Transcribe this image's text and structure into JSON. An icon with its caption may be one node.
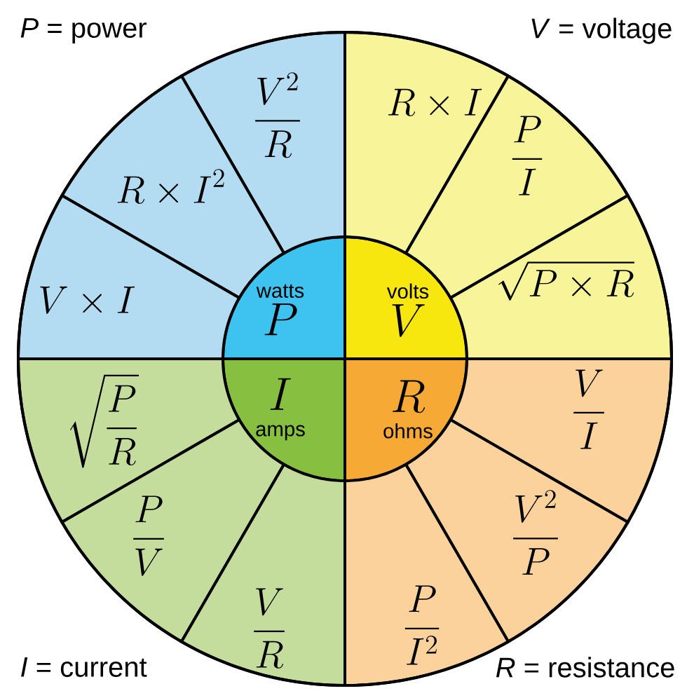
{
  "diagram": {
    "nodes": [
      {
        "text": [
          "watts",
          "P"
        ]
      },
      {
        "text": [
          "volts",
          "V"
        ]
      },
      {
        "text": [
          "I",
          "amps"
        ]
      },
      {
        "text": [
          "R",
          "ohms"
        ]
      },
      {
        "text": [
          "\\frac{V^2}{R}"
        ]
      },
      {
        "text": [
          "R\\times I^2"
        ]
      },
      {
        "text": [
          "V\\times I"
        ]
      },
      {
        "text": [
          "R\\times I"
        ]
      },
      {
        "text": [
          "\\frac{P}{I}"
        ]
      },
      {
        "text": [
          "\\sqrt{P\\times R}"
        ]
      },
      {
        "text": [
          "\\sqrt{\\frac{P}{R}}"
        ]
      },
      {
        "text": [
          "\\frac{P}{V}"
        ]
      },
      {
        "text": [
          "\\frac{V}{R}"
        ]
      },
      {
        "text": [
          "\\frac{V}{I}"
        ]
      },
      {
        "text": [
          "\\frac{V^2}{P}"
        ]
      },
      {
        "text": [
          "\\frac{P}{I^2}"
        ]
      }
    ],
    "labels": [
      "*P* = power",
      "*V* = voltage",
      "*I* = current",
      "*R* = resistance"
    ]
  }
}
